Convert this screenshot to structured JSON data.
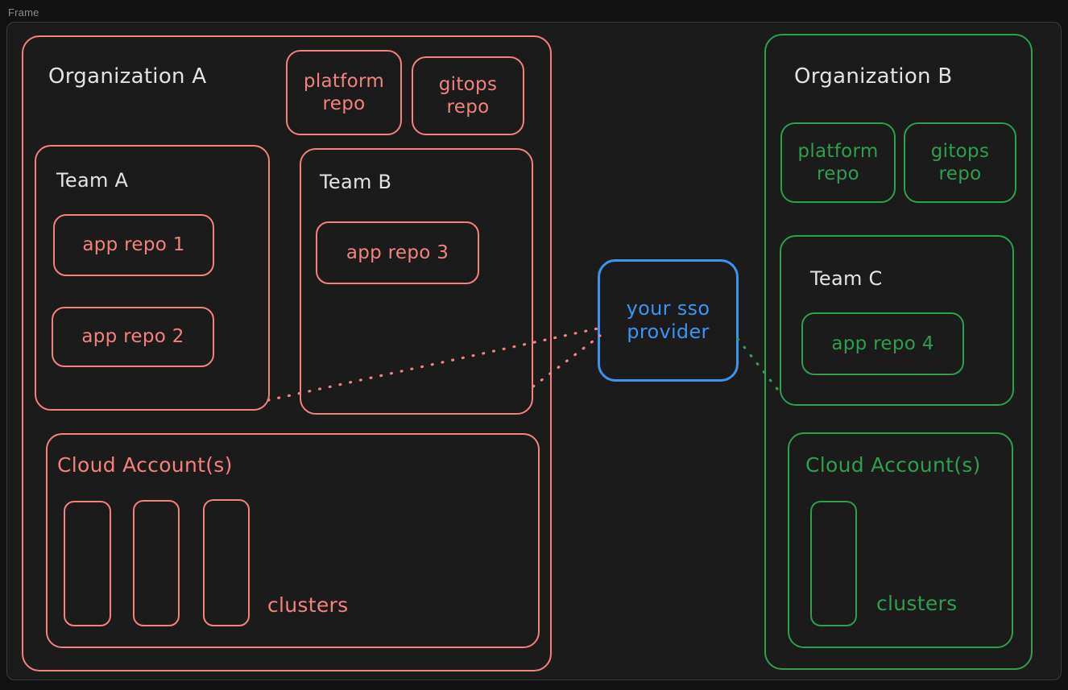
{
  "frame": {
    "label": "Frame"
  },
  "colors": {
    "background": "#121212",
    "frame_background": "#1b1b1b",
    "frame_border": "#3a3a3a",
    "org_a": "#f2827e",
    "org_b": "#2f9e4f",
    "sso": "#3d94ec",
    "title_text": "#e3e3e3",
    "frame_label": "#8a8a8a"
  },
  "diagram": {
    "type": "architecture-diagram",
    "organizations": [
      {
        "id": "org-a",
        "title": "Organization A",
        "color": "#f2827e",
        "title_color": "#e3e3e3",
        "repos": [
          {
            "id": "platform-repo-a",
            "label": "platform\nrepo"
          },
          {
            "id": "gitops-repo-a",
            "label": "gitops\nrepo"
          }
        ],
        "teams": [
          {
            "id": "team-a",
            "title": "Team A",
            "repos": [
              {
                "id": "app-repo-1",
                "label": "app repo 1"
              },
              {
                "id": "app-repo-2",
                "label": "app repo 2"
              }
            ]
          },
          {
            "id": "team-b",
            "title": "Team B",
            "repos": [
              {
                "id": "app-repo-3",
                "label": "app repo 3"
              }
            ]
          }
        ],
        "cloud_account": {
          "id": "cloud-account-a",
          "title": "Cloud Account(s)",
          "clusters_label": "clusters",
          "cluster_count": 3
        }
      },
      {
        "id": "org-b",
        "title": "Organization B",
        "color": "#2f9e4f",
        "title_color": "#e3e3e3",
        "repos": [
          {
            "id": "platform-repo-b",
            "label": "platform\nrepo"
          },
          {
            "id": "gitops-repo-b",
            "label": "gitops\nrepo"
          }
        ],
        "teams": [
          {
            "id": "team-c",
            "title": "Team C",
            "repos": [
              {
                "id": "app-repo-4",
                "label": "app repo 4"
              }
            ]
          }
        ],
        "cloud_account": {
          "id": "cloud-account-b",
          "title": "Cloud Account(s)",
          "clusters_label": "clusters",
          "cluster_count": 1
        }
      }
    ],
    "sso": {
      "id": "sso-provider",
      "label": "your sso\nprovider",
      "color": "#3d94ec"
    },
    "connections": [
      {
        "from": "team-a",
        "to": "sso-provider",
        "style": "dotted",
        "color": "#f2827e"
      },
      {
        "from": "team-b",
        "to": "sso-provider",
        "style": "dotted",
        "color": "#f2827e"
      },
      {
        "from": "sso-provider",
        "to": "team-c",
        "style": "dotted",
        "color": "#2f9e4f"
      }
    ]
  }
}
